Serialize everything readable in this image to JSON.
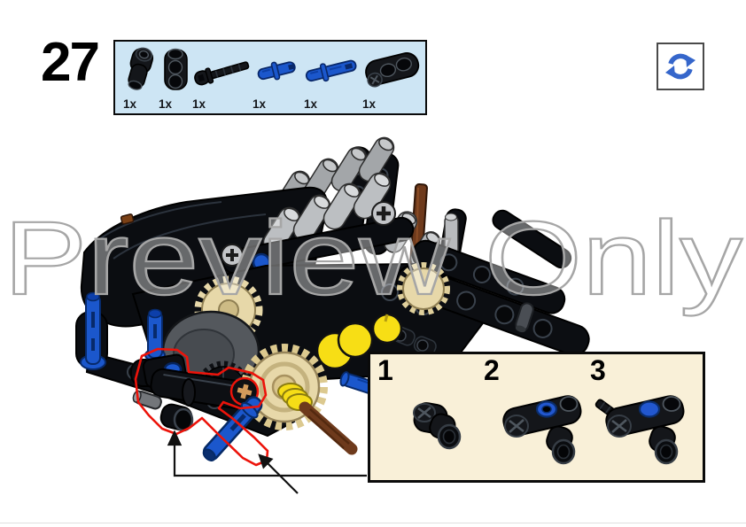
{
  "page": {
    "step_number": "27",
    "watermark": "Preview Only"
  },
  "parts_panel": {
    "items": [
      {
        "name": "angle-connector-black",
        "qty": "1x"
      },
      {
        "name": "perpendicular-pin-connector-black",
        "qty": "1x"
      },
      {
        "name": "axle-3l-with-stud-black",
        "qty": "1x"
      },
      {
        "name": "axle-pin-blue",
        "qty": "1x"
      },
      {
        "name": "pin-3l-blue",
        "qty": "1x"
      },
      {
        "name": "axle-pin-connector-3l-black",
        "qty": "1x"
      }
    ]
  },
  "callout": {
    "steps": [
      {
        "label": "1"
      },
      {
        "label": "2"
      },
      {
        "label": "3"
      }
    ]
  },
  "colors": {
    "parts_panel_bg": "#cde5f4",
    "callout_bg": "#f9f0d8",
    "lego_blue": "#1b57cc",
    "lego_tan": "#e7d8a9",
    "lego_yellow": "#f7de15",
    "lego_gray": "#b9bcbe",
    "lego_brown": "#6e3a1c",
    "highlight_red": "#ec130a",
    "rotate_icon_blue": "#3566cb"
  }
}
